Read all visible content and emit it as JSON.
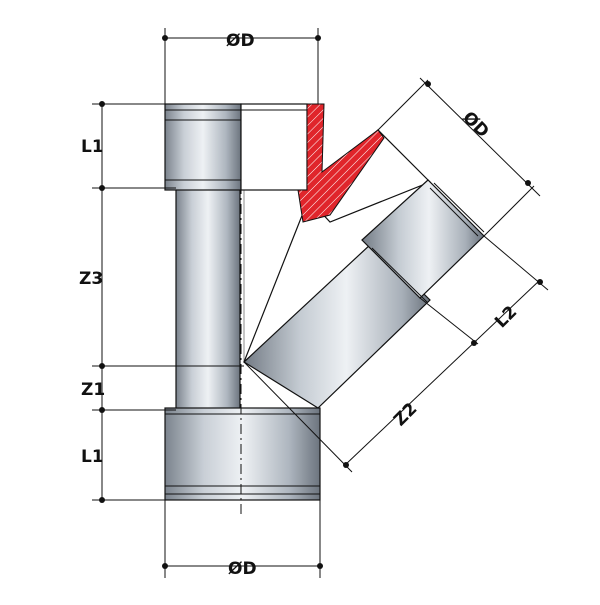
{
  "drawing": {
    "labels": {
      "od_top": "ØD",
      "od_branch": "ØD",
      "od_bottom": "ØD",
      "l1_top": "L1",
      "z3": "Z3",
      "z1": "Z1",
      "l1_bottom": "L1",
      "l2": "L2",
      "z2": "Z2"
    },
    "colors": {
      "pipe_light": "#e6eaef",
      "pipe_mid": "#b4bcc6",
      "pipe_dark": "#6f7883",
      "section_red": "#e0252b",
      "line": "#111111"
    }
  }
}
